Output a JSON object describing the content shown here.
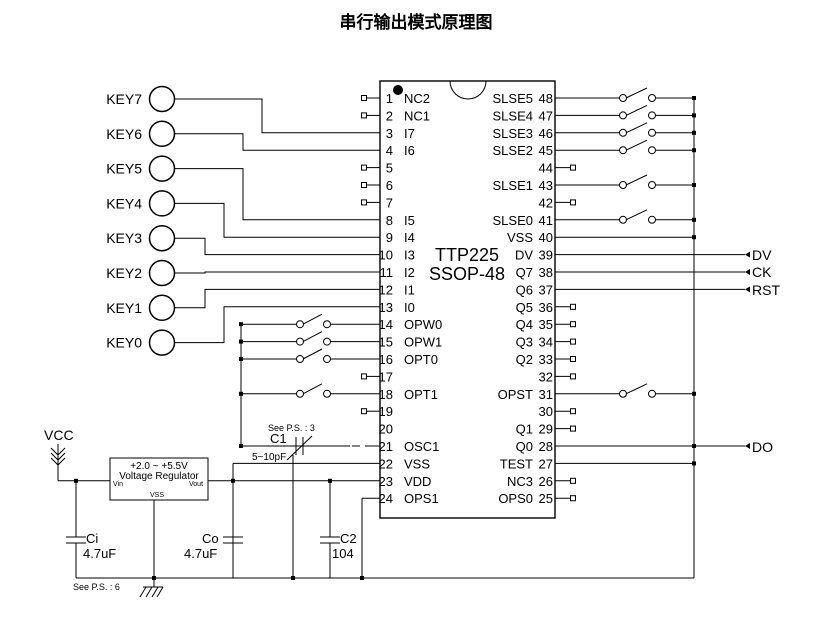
{
  "title": "串行输出模式原理图",
  "chip": {
    "name": "TTP225",
    "package": "SSOP-48"
  },
  "pins_left": [
    {
      "num": "1",
      "label": "NC2"
    },
    {
      "num": "2",
      "label": "NC1"
    },
    {
      "num": "3",
      "label": "I7"
    },
    {
      "num": "4",
      "label": "I6"
    },
    {
      "num": "5",
      "label": ""
    },
    {
      "num": "6",
      "label": ""
    },
    {
      "num": "7",
      "label": ""
    },
    {
      "num": "8",
      "label": "I5"
    },
    {
      "num": "9",
      "label": "I4"
    },
    {
      "num": "10",
      "label": "I3"
    },
    {
      "num": "11",
      "label": "I2"
    },
    {
      "num": "12",
      "label": "I1"
    },
    {
      "num": "13",
      "label": "I0"
    },
    {
      "num": "14",
      "label": "OPW0"
    },
    {
      "num": "15",
      "label": "OPW1"
    },
    {
      "num": "16",
      "label": "OPT0"
    },
    {
      "num": "17",
      "label": ""
    },
    {
      "num": "18",
      "label": "OPT1"
    },
    {
      "num": "19",
      "label": ""
    },
    {
      "num": "20",
      "label": ""
    },
    {
      "num": "21",
      "label": "OSC1"
    },
    {
      "num": "22",
      "label": "VSS"
    },
    {
      "num": "23",
      "label": "VDD"
    },
    {
      "num": "24",
      "label": "OPS1"
    }
  ],
  "pins_right": [
    {
      "num": "48",
      "label": "SLSE5"
    },
    {
      "num": "47",
      "label": "SLSE4"
    },
    {
      "num": "46",
      "label": "SLSE3"
    },
    {
      "num": "45",
      "label": "SLSE2"
    },
    {
      "num": "44",
      "label": ""
    },
    {
      "num": "43",
      "label": "SLSE1"
    },
    {
      "num": "42",
      "label": ""
    },
    {
      "num": "41",
      "label": "SLSE0"
    },
    {
      "num": "40",
      "label": "VSS"
    },
    {
      "num": "39",
      "label": "DV"
    },
    {
      "num": "38",
      "label": "Q7"
    },
    {
      "num": "37",
      "label": "Q6"
    },
    {
      "num": "36",
      "label": "Q5"
    },
    {
      "num": "35",
      "label": "Q4"
    },
    {
      "num": "34",
      "label": "Q3"
    },
    {
      "num": "33",
      "label": "Q2"
    },
    {
      "num": "32",
      "label": ""
    },
    {
      "num": "31",
      "label": "OPST"
    },
    {
      "num": "30",
      "label": ""
    },
    {
      "num": "29",
      "label": "Q1"
    },
    {
      "num": "28",
      "label": "Q0"
    },
    {
      "num": "27",
      "label": "TEST"
    },
    {
      "num": "26",
      "label": "NC3"
    },
    {
      "num": "25",
      "label": "OPS0"
    }
  ],
  "keys": [
    "KEY7",
    "KEY6",
    "KEY5",
    "KEY4",
    "KEY3",
    "KEY2",
    "KEY1",
    "KEY0"
  ],
  "outputs": {
    "dv": "DV",
    "ck": "CK",
    "rst": "RST",
    "do": "DO"
  },
  "power": {
    "vcc": "VCC",
    "regulator_range": "+2.0 ~ +5.5V",
    "regulator_name": "Voltage Regulator",
    "vin": "Vin",
    "vout": "Vout",
    "vss": "VSS"
  },
  "components": {
    "ci_name": "Ci",
    "ci_value": "4.7uF",
    "co_name": "Co",
    "co_value": "4.7uF",
    "c1_name": "C1",
    "c1_value": "5~10pF",
    "c1_note": "See P.S. : 3",
    "c2_name": "C2",
    "c2_value": "104",
    "ground_note": "See P.S. : 6"
  }
}
